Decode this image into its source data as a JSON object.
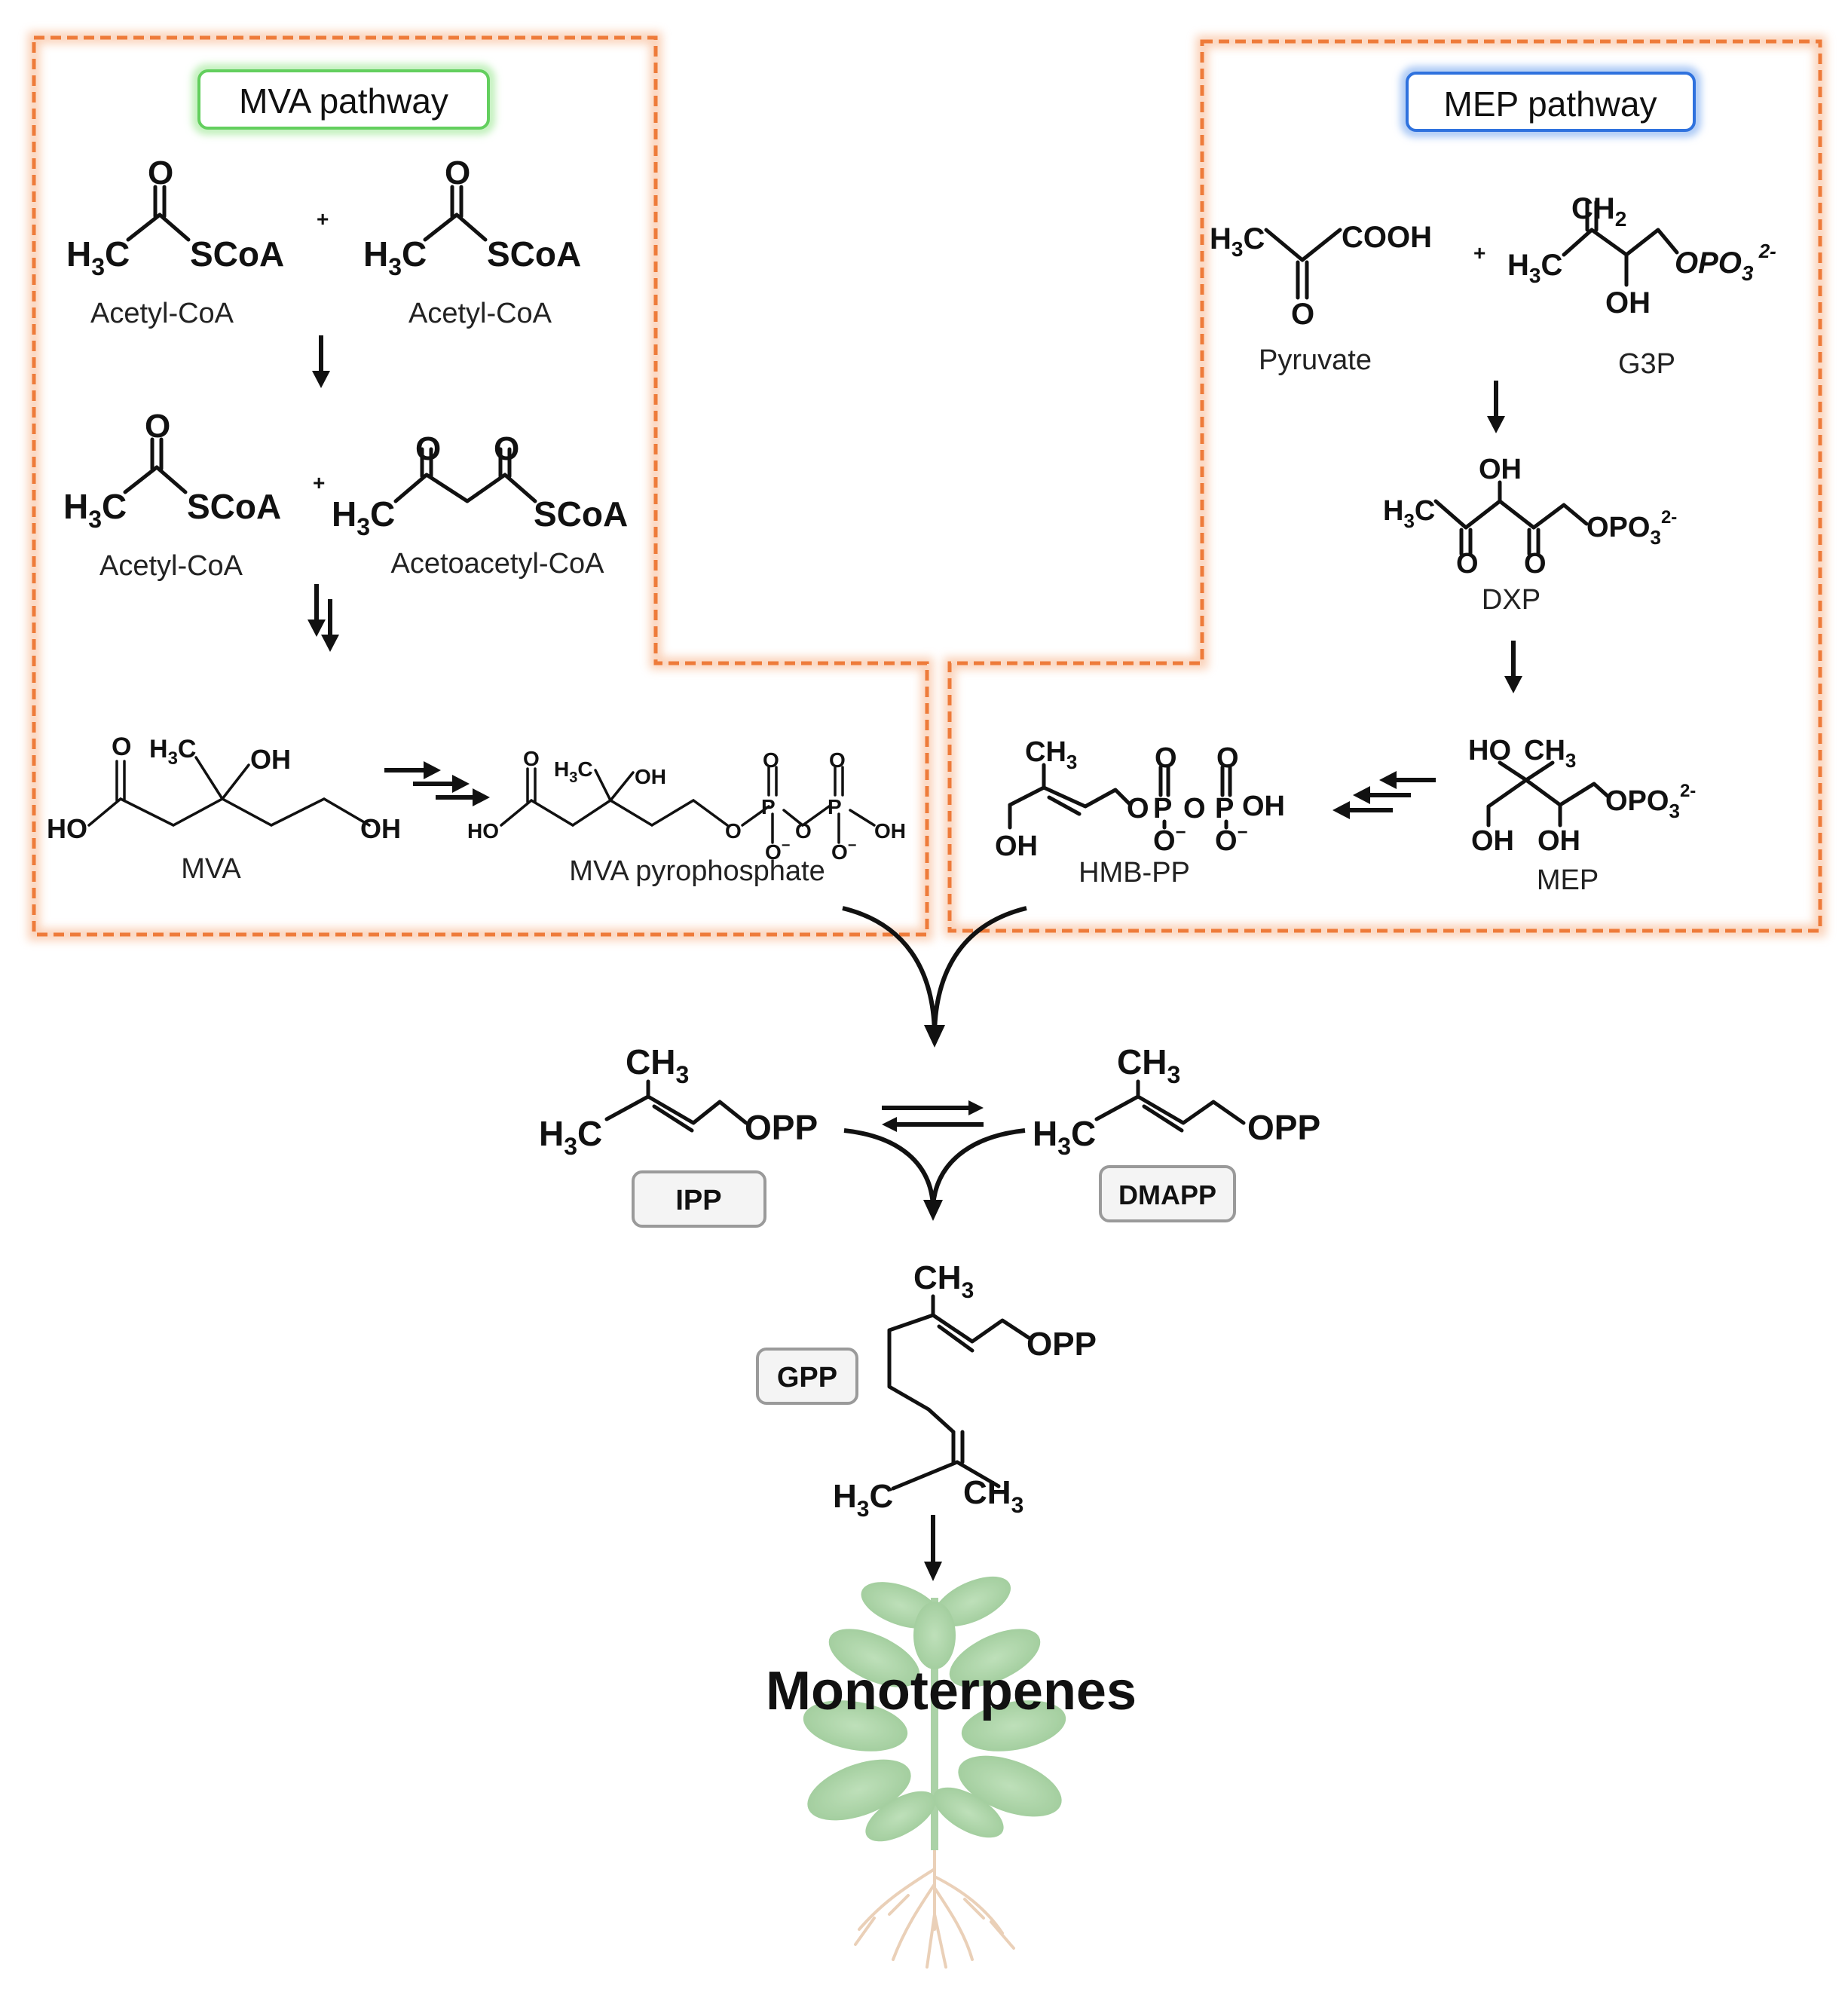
{
  "pathways": {
    "mva": {
      "title": "MVA pathway",
      "accent": "#6fd36a",
      "border": "#f08a4b"
    },
    "mep": {
      "title": "MEP pathway",
      "accent": "#3a7be0",
      "border": "#f08a4b"
    }
  },
  "compounds": {
    "acetyl_coa": "Acetyl-CoA",
    "acetoacetyl_coa": "Acetoacetyl-CoA",
    "mva": "MVA",
    "mva_pp": "MVA pyrophosphate",
    "pyruvate": "Pyruvate",
    "g3p": "G3P",
    "dxp": "DXP",
    "mep": "MEP",
    "hmb_pp": "HMB-PP",
    "ipp": "IPP",
    "dmapp": "DMAPP",
    "gpp": "GPP"
  },
  "atoms": {
    "h3c": "H3C",
    "ch3": "CH3",
    "ch2": "CH2",
    "scoa": "SCoA",
    "o": "O",
    "oh": "OH",
    "ho": "HO",
    "cooh": "COOH",
    "opp": "OPP",
    "opo3": "OPO3 2-",
    "p": "P",
    "plus": "+"
  },
  "product": {
    "label": "Monoterpenes"
  },
  "colors": {
    "plant_leaf": "#8fc48a",
    "plant_root": "#e9c9a8"
  }
}
